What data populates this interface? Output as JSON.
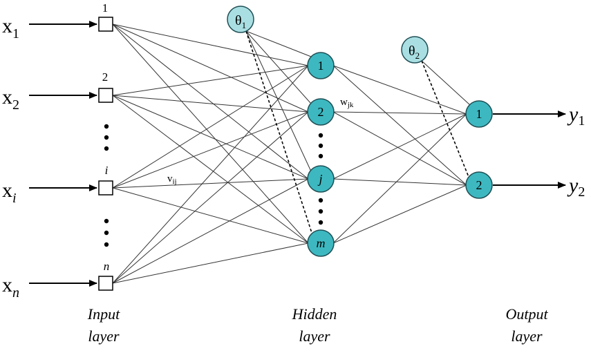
{
  "inputs": [
    {
      "var": "x",
      "sub": "1",
      "node_label": "1"
    },
    {
      "var": "x",
      "sub": "2",
      "node_label": "2"
    },
    {
      "var": "x",
      "sub": "i",
      "node_label": "i"
    },
    {
      "var": "x",
      "sub": "n",
      "node_label": "n"
    }
  ],
  "hidden": [
    {
      "label": "1"
    },
    {
      "label": "2"
    },
    {
      "label": "j"
    },
    {
      "label": "m"
    }
  ],
  "outputs": [
    {
      "label": "1",
      "var": "y",
      "sub": "1"
    },
    {
      "label": "2",
      "var": "y",
      "sub": "2"
    }
  ],
  "bias": [
    {
      "var": "θ",
      "sub": "1"
    },
    {
      "var": "θ",
      "sub": "2"
    }
  ],
  "weights": {
    "input_hidden": {
      "var": "v",
      "sub": "ij"
    },
    "hidden_output": {
      "var": "w",
      "sub": "jk"
    }
  },
  "layer_labels": {
    "input": [
      "Input",
      "layer"
    ],
    "hidden": [
      "Hidden",
      "layer"
    ],
    "output": [
      "Output",
      "layer"
    ]
  },
  "colors": {
    "node_fill": "#3db8c0",
    "bias_fill": "#a9dfe3",
    "node_stroke": "#1f4f55",
    "line": "#333333"
  }
}
